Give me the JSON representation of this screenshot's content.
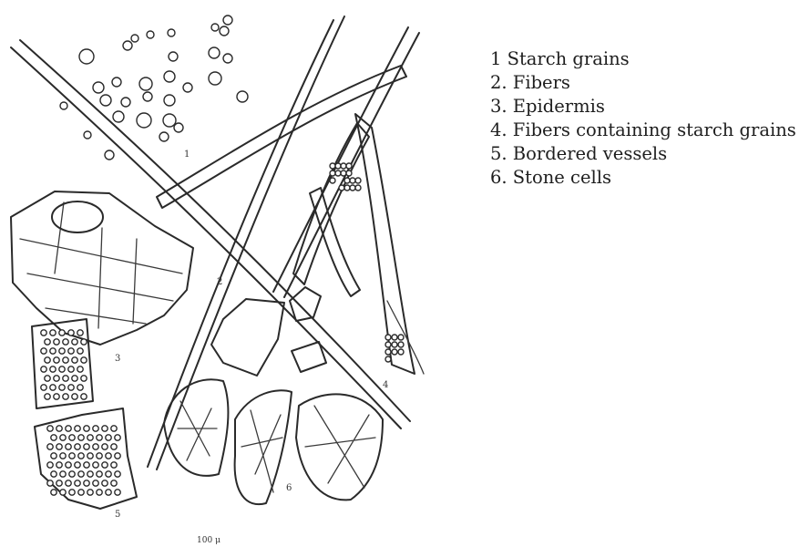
{
  "figure": {
    "part_numbers": [
      "1",
      "2",
      "3",
      "4",
      "5",
      "6"
    ],
    "scale_label": "100 μ"
  },
  "legend": {
    "items": [
      "1 Starch grains",
      "2. Fibers",
      "3. Epidermis",
      "4. Fibers containing starch grains",
      "5. Bordered vessels",
      "6. Stone cells"
    ]
  }
}
